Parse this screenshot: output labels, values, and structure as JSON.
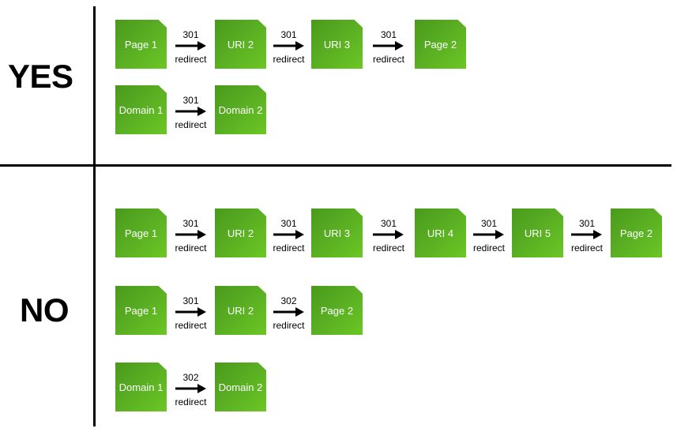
{
  "sections": {
    "yes": "YES",
    "no": "NO"
  },
  "arrow_label": "redirect",
  "node_color": "#5aa922",
  "rows": [
    {
      "nodes": [
        "Page 1",
        "URI 2",
        "URI 3",
        "Page 2"
      ],
      "codes": [
        "301",
        "301",
        "301"
      ]
    },
    {
      "nodes": [
        "Domain 1",
        "Domain 2"
      ],
      "codes": [
        "301"
      ]
    },
    {
      "nodes": [
        "Page 1",
        "URI 2",
        "URI 3",
        "URI 4",
        "URI 5",
        "Page 2"
      ],
      "codes": [
        "301",
        "301",
        "301",
        "301",
        "301"
      ]
    },
    {
      "nodes": [
        "Page 1",
        "URI 2",
        "Page 2"
      ],
      "codes": [
        "301",
        "302"
      ]
    },
    {
      "nodes": [
        "Domain 1",
        "Domain 2"
      ],
      "codes": [
        "302"
      ]
    }
  ]
}
